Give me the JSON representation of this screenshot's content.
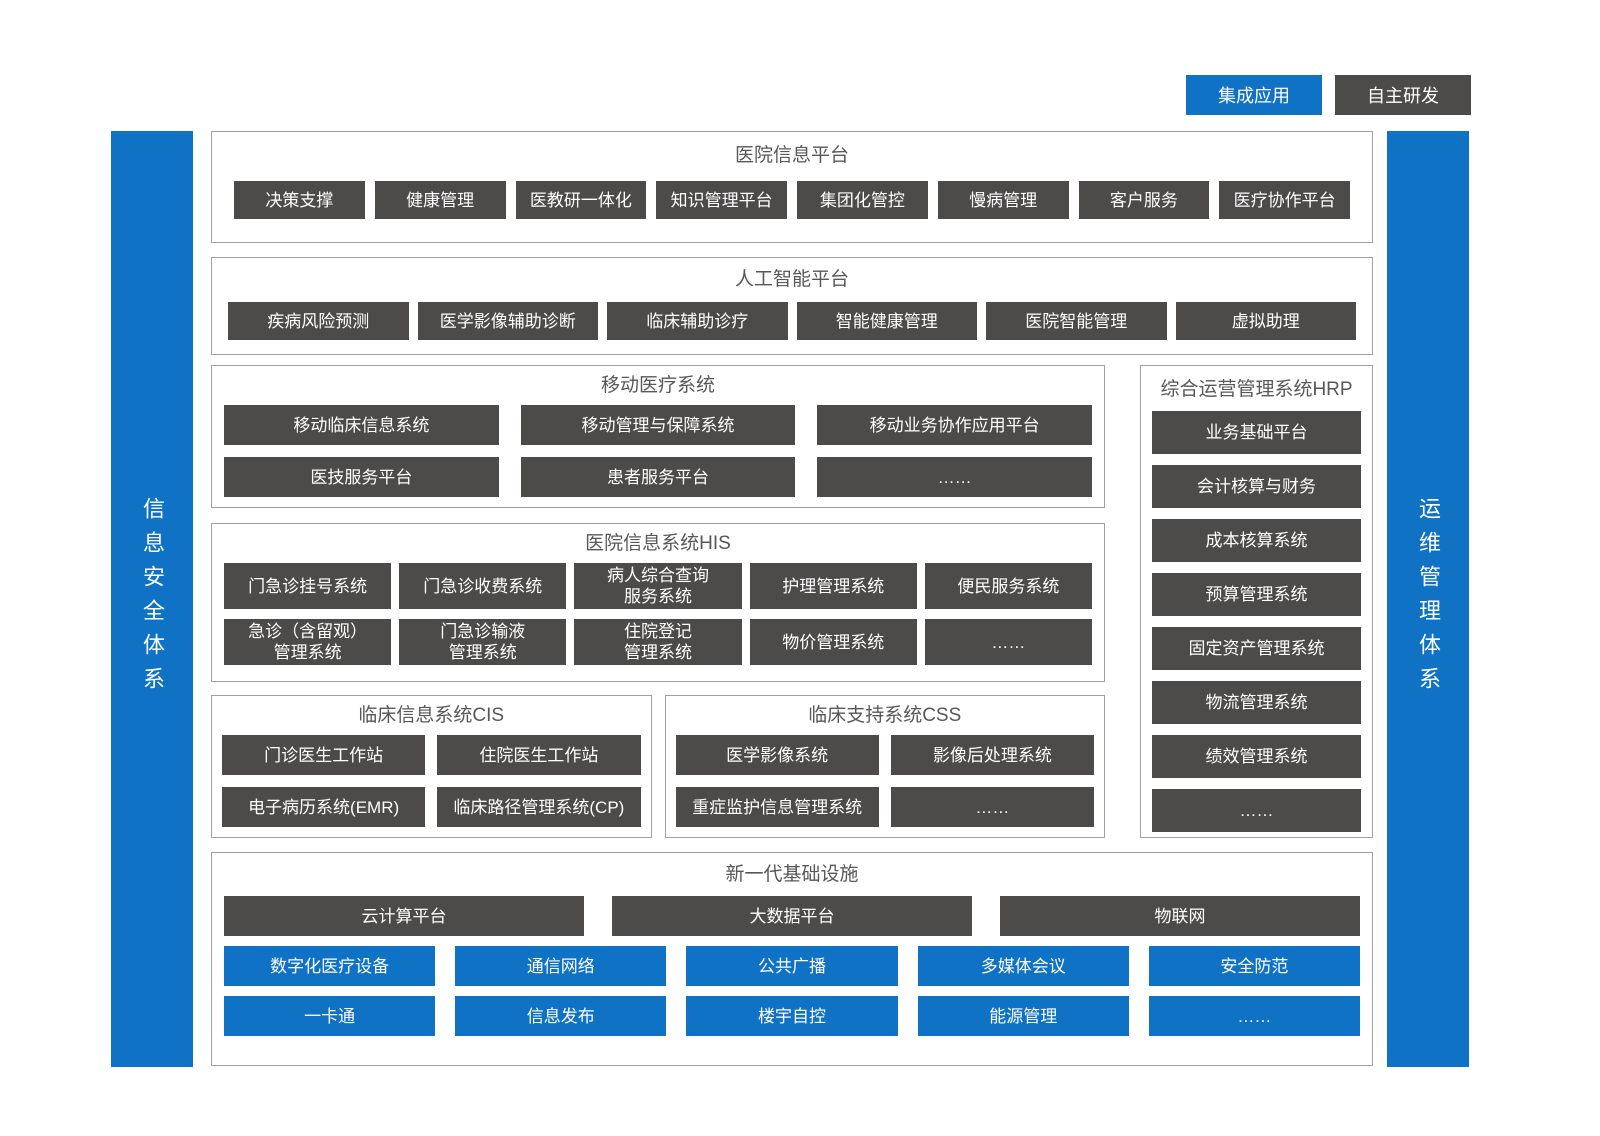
{
  "legend": {
    "integrated": "集成应用",
    "self_developed": "自主研发"
  },
  "bars": {
    "left": "信息安全体系",
    "right": "运维管理体系"
  },
  "colors": {
    "integrated_blue": "#0F72C4",
    "self_developed_dark": "#4D4A4A",
    "border_gray": "#9FA0A0",
    "title_gray": "#595757"
  },
  "sections": {
    "hospital_info_platform": {
      "title": "医院信息平台",
      "items": [
        "决策支撑",
        "健康管理",
        "医教研一体化",
        "知识管理平台",
        "集团化管控",
        "慢病管理",
        "客户服务",
        "医疗协作平台"
      ]
    },
    "ai_platform": {
      "title": "人工智能平台",
      "items": [
        "疾病风险预测",
        "医学影像辅助诊断",
        "临床辅助诊疗",
        "智能健康管理",
        "医院智能管理",
        "虚拟助理"
      ]
    },
    "mobile_medical": {
      "title": "移动医疗系统",
      "items": [
        "移动临床信息系统",
        "移动管理与保障系统",
        "移动业务协作应用平台",
        "医技服务平台",
        "患者服务平台",
        "……"
      ]
    },
    "hrp": {
      "title": "综合运营管理系统HRP",
      "items": [
        "业务基础平台",
        "会计核算与财务",
        "成本核算系统",
        "预算管理系统",
        "固定资产管理系统",
        "物流管理系统",
        "绩效管理系统",
        "……"
      ]
    },
    "his": {
      "title": "医院信息系统HIS",
      "items": [
        "门急诊挂号系统",
        "门急诊收费系统",
        "病人综合查询\n服务系统",
        "护理管理系统",
        "便民服务系统",
        "急诊（含留观）\n管理系统",
        "门急诊输液\n管理系统",
        "住院登记\n管理系统",
        "物价管理系统",
        "……"
      ]
    },
    "cis": {
      "title": "临床信息系统CIS",
      "items": [
        "门诊医生工作站",
        "住院医生工作站",
        "电子病历系统(EMR)",
        "临床路径管理系统(CP)"
      ]
    },
    "css": {
      "title": "临床支持系统CSS",
      "items": [
        "医学影像系统",
        "影像后处理系统",
        "重症监护信息管理系统",
        "……"
      ]
    },
    "infrastructure": {
      "title": "新一代基础设施",
      "dark_items": [
        "云计算平台",
        "大数据平台",
        "物联网"
      ],
      "blue_items": [
        "数字化医疗设备",
        "通信网络",
        "公共广播",
        "多媒体会议",
        "安全防范",
        "一卡通",
        "信息发布",
        "楼宇自控",
        "能源管理",
        "……"
      ]
    }
  }
}
